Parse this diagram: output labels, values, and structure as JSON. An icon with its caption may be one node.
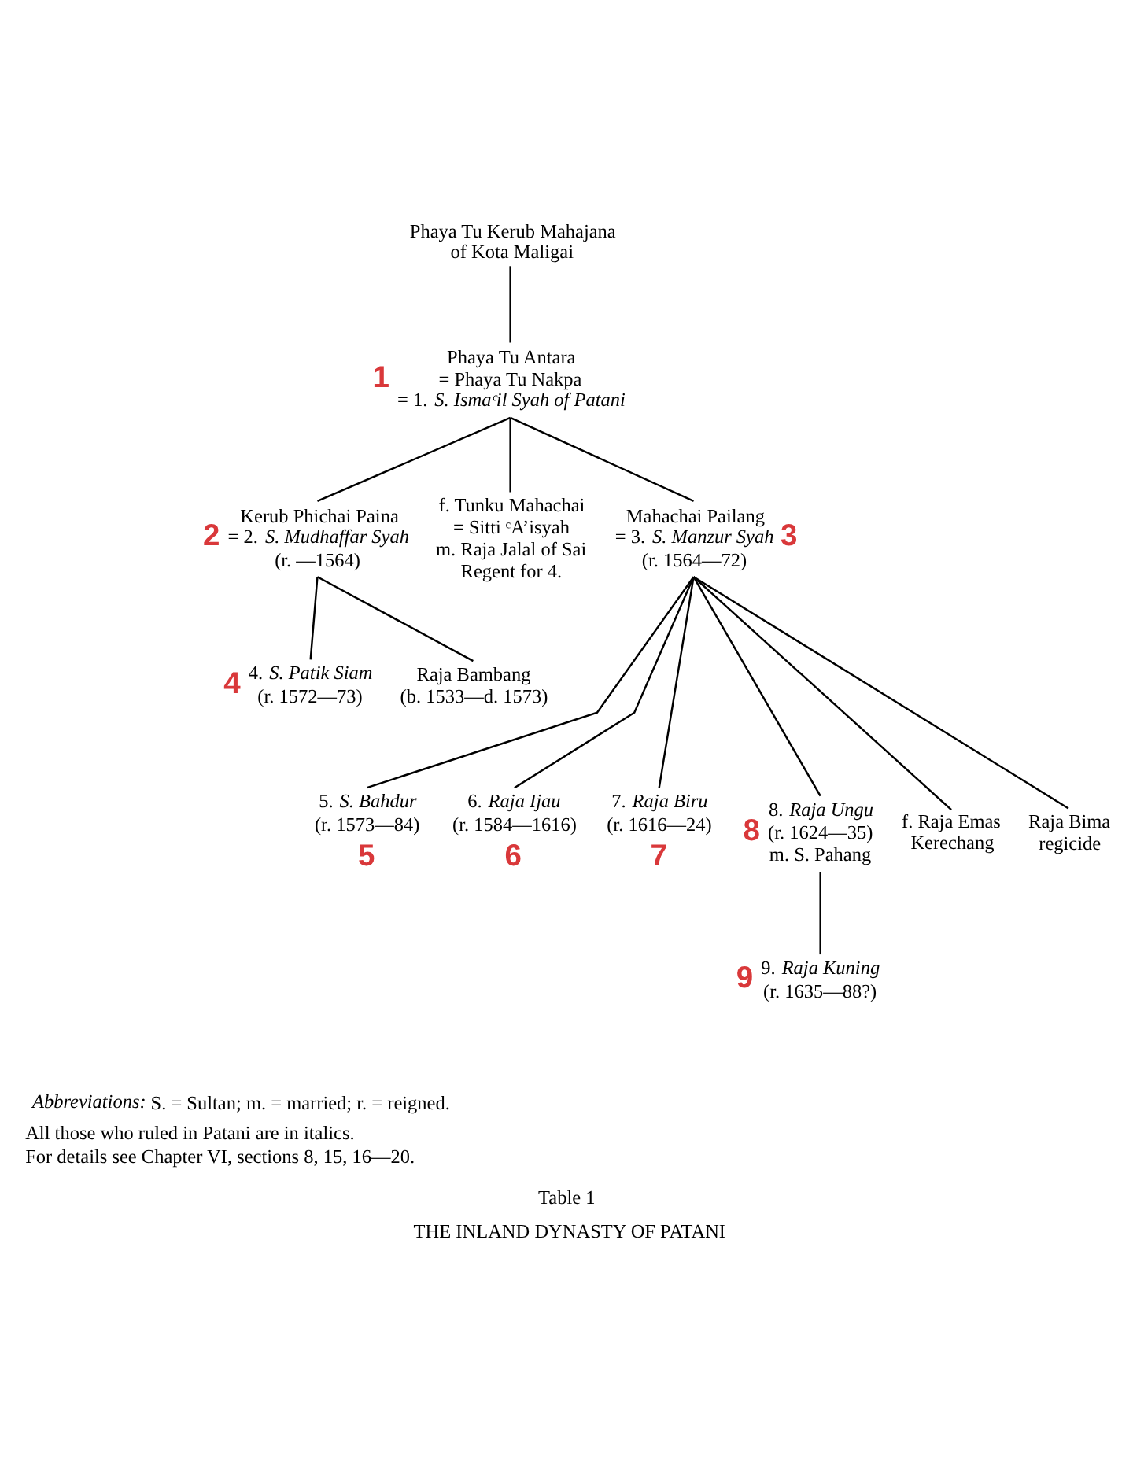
{
  "diagram": {
    "title": "Table 1",
    "caption": "THE INLAND DYNASTY OF PATANI",
    "nodes": [
      {
        "text": [
          "Phaya Tu Kerub Mahajana of Kota Maligai"
        ]
      },
      {
        "text": [
          "Phaya Tu Antara",
          "= Phaya Tu Nakpa",
          "= 1. *S. Ismaᶜil Syah of Patani*"
        ],
        "beside": [
          "1"
        ]
      },
      {
        "text": [
          "Kerub Phichai Paina",
          "= 2. *S. Mudhaffar Syah*",
          "(r. —1564)"
        ],
        "beside": [
          "2"
        ]
      },
      {
        "text": [
          "f. Tunku Mahachai",
          "= Sitti ᶜA’isyah",
          "m. Raja Jalal of Sai",
          "Regent for 4."
        ]
      },
      {
        "text": [
          "Mahachai Pailang",
          "= 3. *S. Manzur Syah*",
          "(r. 1564—72)"
        ],
        "beside": [
          "3"
        ]
      },
      {
        "text": [
          "4. *S. Patik Siam*",
          "(r. 1572—73)"
        ],
        "beside": [
          "4"
        ]
      },
      {
        "text": [
          "Raja Bambang",
          "(b. 1533—d. 1573)"
        ]
      },
      {
        "text": [
          "5. *S. Bahdur*",
          "(r. 1573—84)"
        ],
        "beside": [
          "5"
        ]
      },
      {
        "text": [
          "6. *Raja Ijau*",
          "(r. 1584—1616)"
        ],
        "beside": [
          "6"
        ]
      },
      {
        "text": [
          "7. *Raja Biru*",
          "(r. 1616—24)"
        ],
        "beside": [
          "7"
        ]
      },
      {
        "text": [
          "8. *Raja Ungu*",
          "(r. 1624—35)",
          "m. S. Pahang"
        ],
        "beside": [
          "8"
        ]
      },
      {
        "text": [
          "f. Raja Emas Kerechang"
        ]
      },
      {
        "text": [
          "Raja Bima",
          "regicide"
        ]
      },
      {
        "text": [
          "9. *Raja Kuning*",
          "(r. 1635—88?)"
        ],
        "beside": [
          "9"
        ]
      }
    ],
    "edges": [
      {
        "from": 0,
        "to": 1,
        "arrow": "none"
      },
      {
        "from": 1,
        "to": 2,
        "arrow": "none"
      },
      {
        "from": 1,
        "to": 3,
        "arrow": "none"
      },
      {
        "from": 1,
        "to": 4,
        "arrow": "none"
      },
      {
        "from": 2,
        "to": 5,
        "arrow": "none"
      },
      {
        "from": 2,
        "to": 6,
        "arrow": "none"
      },
      {
        "from": 4,
        "to": 7,
        "arrow": "none"
      },
      {
        "from": 4,
        "to": 8,
        "arrow": "none"
      },
      {
        "from": 4,
        "to": 9,
        "arrow": "none"
      },
      {
        "from": 4,
        "to": 10,
        "arrow": "none"
      },
      {
        "from": 4,
        "to": 11,
        "arrow": "none"
      },
      {
        "from": 4,
        "to": 12,
        "arrow": "none"
      },
      {
        "from": 10,
        "to": 13,
        "arrow": "none"
      }
    ],
    "labels": [
      "*Abbreviations:* S. = Sultan; m. = married; r. = reigned.",
      "All those who ruled in Patani are in italics.",
      "For details see Chapter VI, sections 8, 15, 16—20."
    ]
  }
}
